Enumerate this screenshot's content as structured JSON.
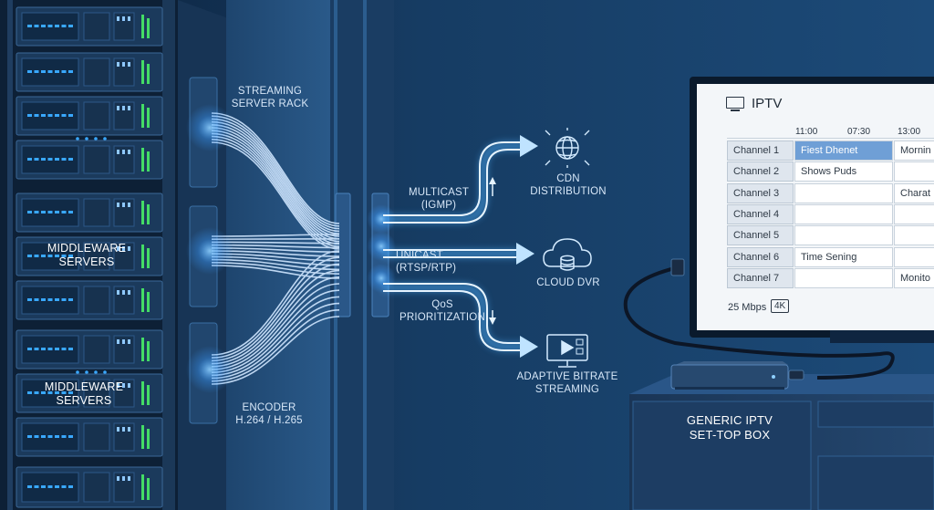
{
  "labels": {
    "streaming_rack": [
      "STREAMING",
      "SERVER RACK"
    ],
    "middleware_1": [
      "MIDDLEWARE",
      "SERVERS"
    ],
    "middleware_2": [
      "MIDDLEWARE",
      "SERVERS"
    ],
    "encoder": [
      "ENCODER",
      "H.264 / H.265"
    ],
    "multicast": [
      "MULTICAST",
      "(IGMP)"
    ],
    "unicast": "UNICAST (RTSP/RTP)",
    "qos": [
      "QoS",
      "PRIORITIZATION"
    ],
    "cdn": [
      "CDN",
      "DISTRIBUTION"
    ],
    "cloud_dvr": "CLOUD DVR",
    "abr": [
      "ADAPTIVE BITRATE",
      "STREAMING"
    ],
    "settop": [
      "GENERIC IPTV",
      "SET-TOP BOX"
    ]
  },
  "tv": {
    "title": "IPTV",
    "times": [
      "11:00",
      "07:30",
      "13:00"
    ],
    "channels": [
      {
        "name": "Channel 1",
        "slot1": "Fiest Dhenet",
        "slot2": "Mornin",
        "highlight": true
      },
      {
        "name": "Channel 2",
        "slot1": "Shows Puds",
        "slot2": ""
      },
      {
        "name": "Channel 3",
        "slot1": "",
        "slot2": "Charat"
      },
      {
        "name": "Channel 4",
        "slot1": "",
        "slot2": ""
      },
      {
        "name": "Channel 5",
        "slot1": "",
        "slot2": ""
      },
      {
        "name": "Channel 6",
        "slot1": "Time Sening",
        "slot2": ""
      },
      {
        "name": "Channel 7",
        "slot1": "",
        "slot2": "Monito"
      }
    ],
    "bitrate": "25 Mbps",
    "resolution_badge": "4K"
  },
  "colors": {
    "background": "#0f2a47",
    "glow": "#4fb3ff",
    "line": "#cfe6ff",
    "led_blue": "#39a8ff",
    "led_green": "#44dd66"
  },
  "icons": [
    "globe-icon",
    "cloud-database-icon",
    "monitor-play-icon",
    "tv-icon"
  ]
}
